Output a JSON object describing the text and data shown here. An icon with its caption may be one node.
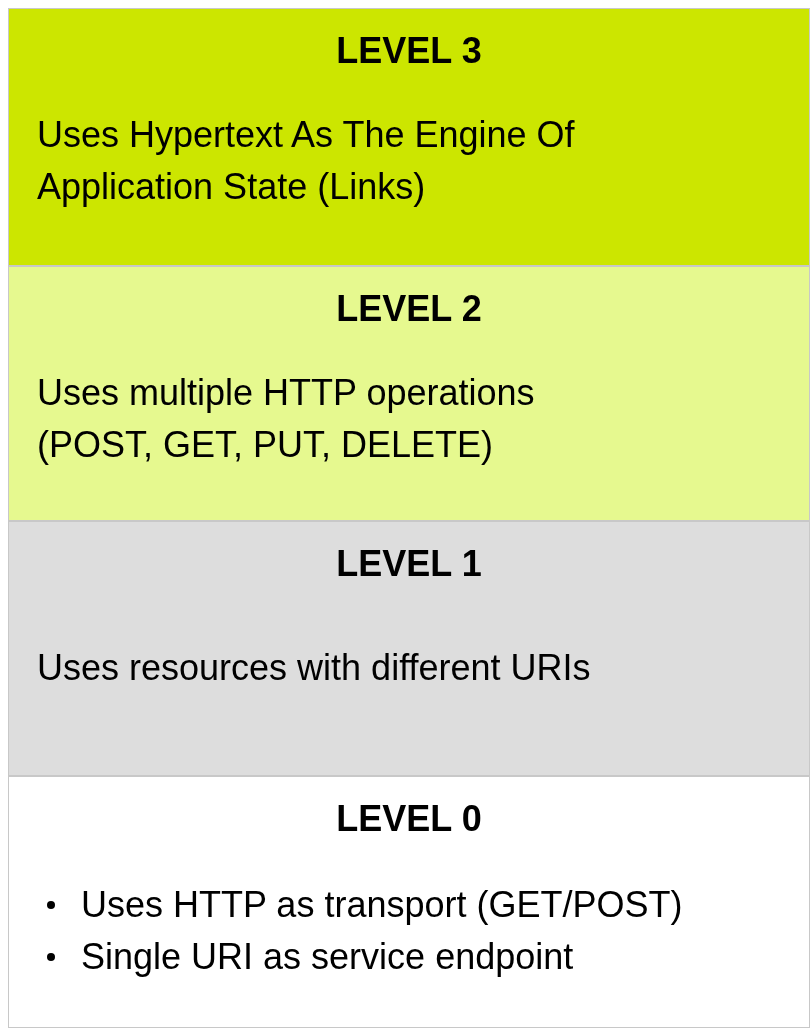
{
  "diagram": {
    "nodes": [
      {
        "text": [
          "LEVEL 3",
          "Uses Hypertext As The Engine Of Application State (Links)"
        ]
      },
      {
        "text": [
          "LEVEL 2",
          "Uses multiple HTTP operations (POST, GET, PUT, DELETE)"
        ]
      },
      {
        "text": [
          "LEVEL 1",
          "Uses resources with different URIs"
        ]
      },
      {
        "text": [
          "LEVEL 0",
          "Uses HTTP as transport (GET/POST)",
          "Single URI as service endpoint"
        ]
      }
    ]
  }
}
